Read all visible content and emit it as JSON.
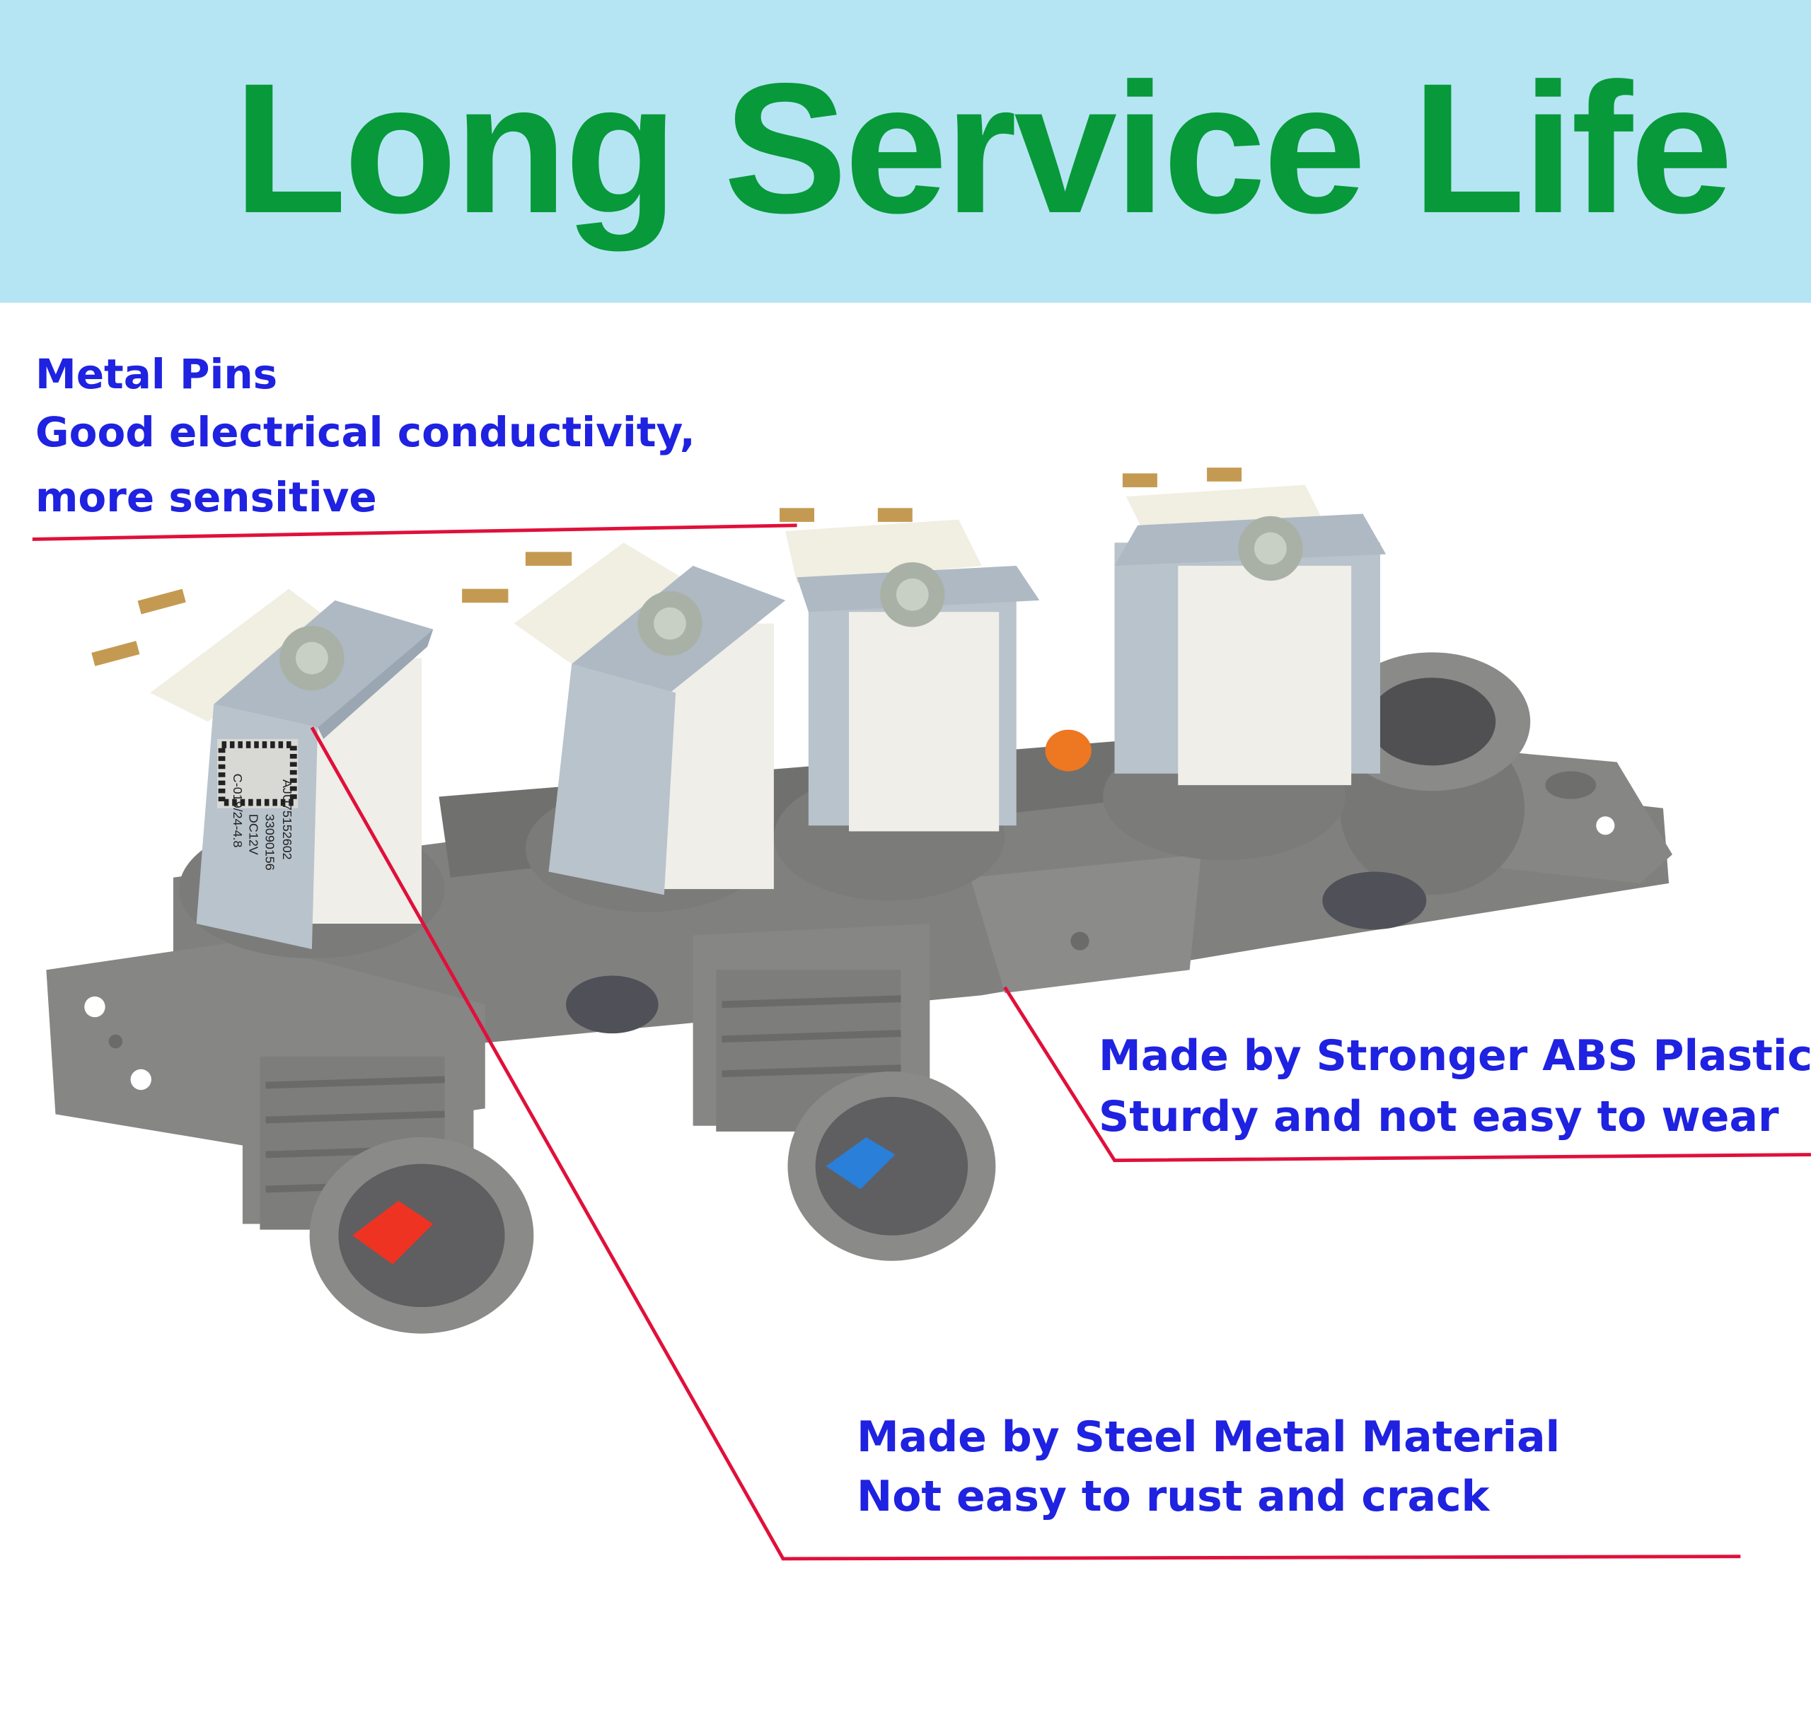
{
  "header": {
    "title": "Long Service Life"
  },
  "callouts": {
    "pins": {
      "title": "Metal Pins",
      "line1": "Good electrical conductivity,",
      "line2": "more sensitive"
    },
    "plastic": {
      "title": "Made by Stronger ABS Plastic",
      "line1": "Sturdy and not easy to wear"
    },
    "steel": {
      "title": "Made by Steel Metal Material",
      "line1": "Not easy to rust and crack"
    }
  },
  "product_label": {
    "part": "AJU75152602",
    "serial": "33090156",
    "voltage": "DC12V",
    "code": "C-019/24-4.8"
  },
  "colors": {
    "banner": "#b5e5f3",
    "title": "#08993a",
    "callout_text": "#1f22e0",
    "leader_line": "#e0103a"
  }
}
